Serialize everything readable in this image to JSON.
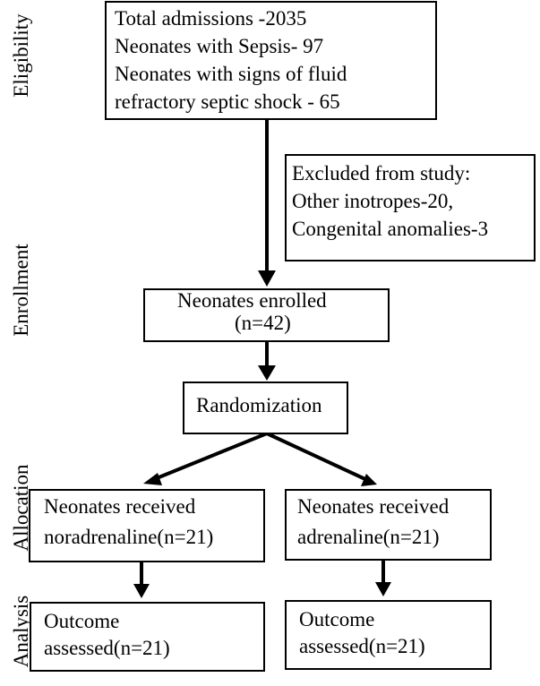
{
  "sections": {
    "eligibility": "Eligibility",
    "enrollment": "Enrollment",
    "allocation": "Allocation",
    "analysis": "Analysis"
  },
  "eligibility_box": {
    "line1": "Total admissions -2035",
    "line2": "Neonates with Sepsis- 97",
    "line3": "Neonates with signs of fluid",
    "line4": "refractory septic shock - 65"
  },
  "excluded_box": {
    "line1": "Excluded from study:",
    "line2": "Other inotropes-20,",
    "line3": "Congenital anomalies-3"
  },
  "enrolled_box": {
    "line1": "Neonates enrolled",
    "line2": "(n=42)"
  },
  "randomization_box": {
    "label": "Randomization"
  },
  "noradrenaline_box": {
    "line1": "Neonates received",
    "line2": "noradrenaline(n=21)"
  },
  "adrenaline_box": {
    "line1": "Neonates received",
    "line2": "adrenaline(n=21)"
  },
  "outcome_left_box": {
    "line1": "Outcome",
    "line2": "assessed(n=21)"
  },
  "outcome_right_box": {
    "line1": "Outcome",
    "line2": "assessed(n=21)"
  }
}
